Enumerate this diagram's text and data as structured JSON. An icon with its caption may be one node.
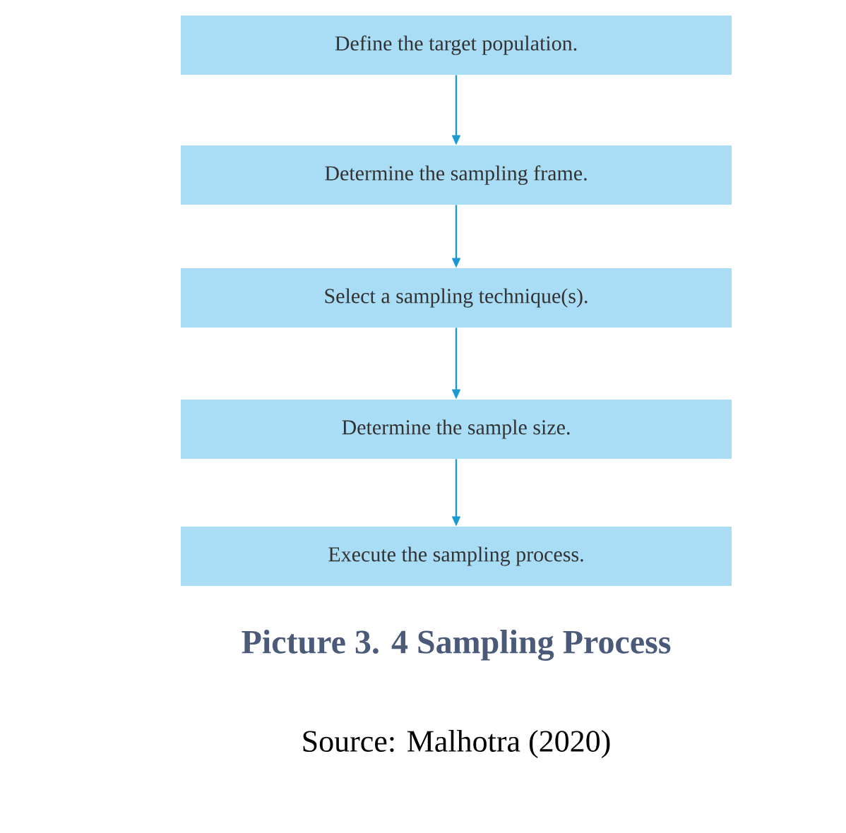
{
  "diagram": {
    "caption": "Picture 3. 4 Sampling Process",
    "nodes": [
      {
        "text": [
          "Define the target population."
        ]
      },
      {
        "text": [
          "Determine the sampling frame."
        ]
      },
      {
        "text": [
          "Select a sampling technique(s)."
        ]
      },
      {
        "text": [
          "Determine the sample size."
        ]
      },
      {
        "text": [
          "Execute the sampling process."
        ]
      }
    ],
    "edges": [
      {
        "from": 0,
        "to": 1,
        "arrow": "to"
      },
      {
        "from": 1,
        "to": 2,
        "arrow": "to"
      },
      {
        "from": 2,
        "to": 3,
        "arrow": "to"
      },
      {
        "from": 3,
        "to": 4,
        "arrow": "to"
      }
    ],
    "labels": [
      "Source: Malhotra (2020)"
    ]
  }
}
